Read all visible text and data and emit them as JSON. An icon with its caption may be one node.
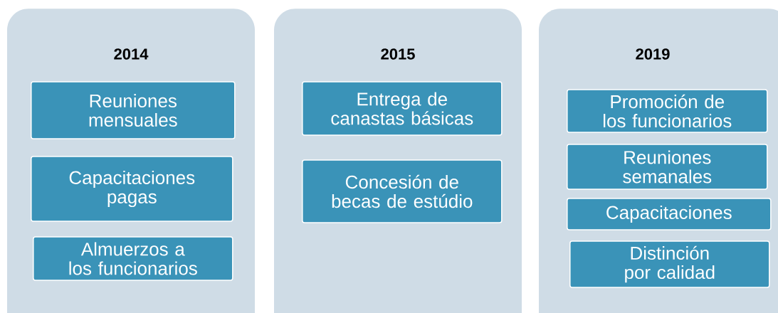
{
  "diagram": {
    "nodes": [
      {
        "text": [
          "2014"
        ]
      },
      {
        "text": [
          "Reuniones mensuales"
        ],
        "in": 0
      },
      {
        "text": [
          "Capacitaciones pagas"
        ],
        "in": 0
      },
      {
        "text": [
          "Almuerzos a los funcionarios"
        ],
        "in": 0
      },
      {
        "text": [
          "2015"
        ]
      },
      {
        "text": [
          "Entrega de canastas básicas"
        ],
        "in": 4
      },
      {
        "text": [
          "Concesión de becas de estúdio"
        ],
        "in": 4
      },
      {
        "text": [
          "2019"
        ]
      },
      {
        "text": [
          "Promoción de los funcionarios"
        ],
        "in": 7
      },
      {
        "text": [
          "Reuniones semanales"
        ],
        "in": 7
      },
      {
        "text": [
          "Capacitaciones"
        ],
        "in": 7
      },
      {
        "text": [
          "Distinción por calidad"
        ],
        "in": 7
      }
    ]
  }
}
